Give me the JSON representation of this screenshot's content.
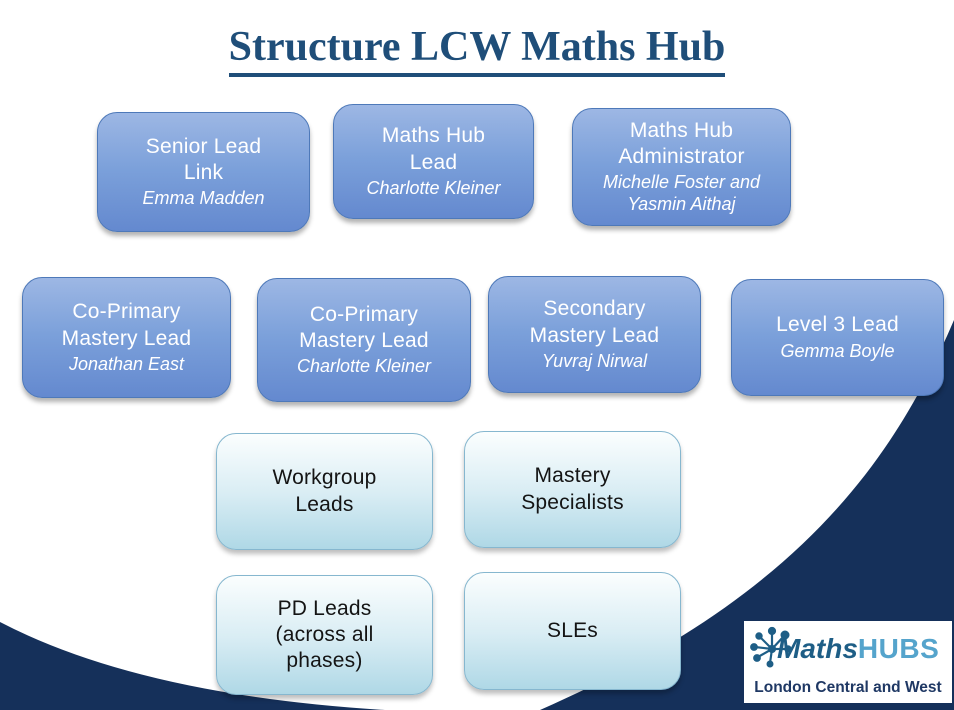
{
  "slide": {
    "title": "Structure LCW Maths Hub"
  },
  "colors": {
    "navy_shape": "#15305A",
    "title_text": "#1F4E79",
    "box_blue_top": "#9DB7E4",
    "box_blue_bottom": "#6489CF",
    "box_light_top": "#FBFEFE",
    "box_light_bottom": "#AFD8E6",
    "logo_maths": "#1E5E86",
    "logo_hubs": "#55A4CC"
  },
  "org_boxes": {
    "row1": [
      {
        "title": "Senior Lead\nLink",
        "name": "Emma Madden"
      },
      {
        "title": "Maths Hub\nLead",
        "name": "Charlotte Kleiner"
      },
      {
        "title": "Maths Hub\nAdministrator",
        "name": "Michelle Foster and\nYasmin Aithaj"
      }
    ],
    "row2": [
      {
        "title": "Co-Primary\nMastery Lead",
        "name": "Jonathan East"
      },
      {
        "title": "Co-Primary\nMastery Lead",
        "name": "Charlotte Kleiner"
      },
      {
        "title": "Secondary\nMastery Lead",
        "name": "Yuvraj Nirwal"
      },
      {
        "title": "Level 3 Lead",
        "name": "Gemma Boyle"
      }
    ],
    "row3": [
      {
        "title": "Workgroup\nLeads"
      },
      {
        "title": "Mastery\nSpecialists"
      }
    ],
    "row4": [
      {
        "title": "PD Leads\n(across all\nphases)"
      },
      {
        "title": "SLEs"
      }
    ]
  },
  "logo": {
    "brand_maths": "Maths",
    "brand_hubs": "HUBS",
    "subtitle": "London Central and West",
    "icon": "spark-icon"
  }
}
